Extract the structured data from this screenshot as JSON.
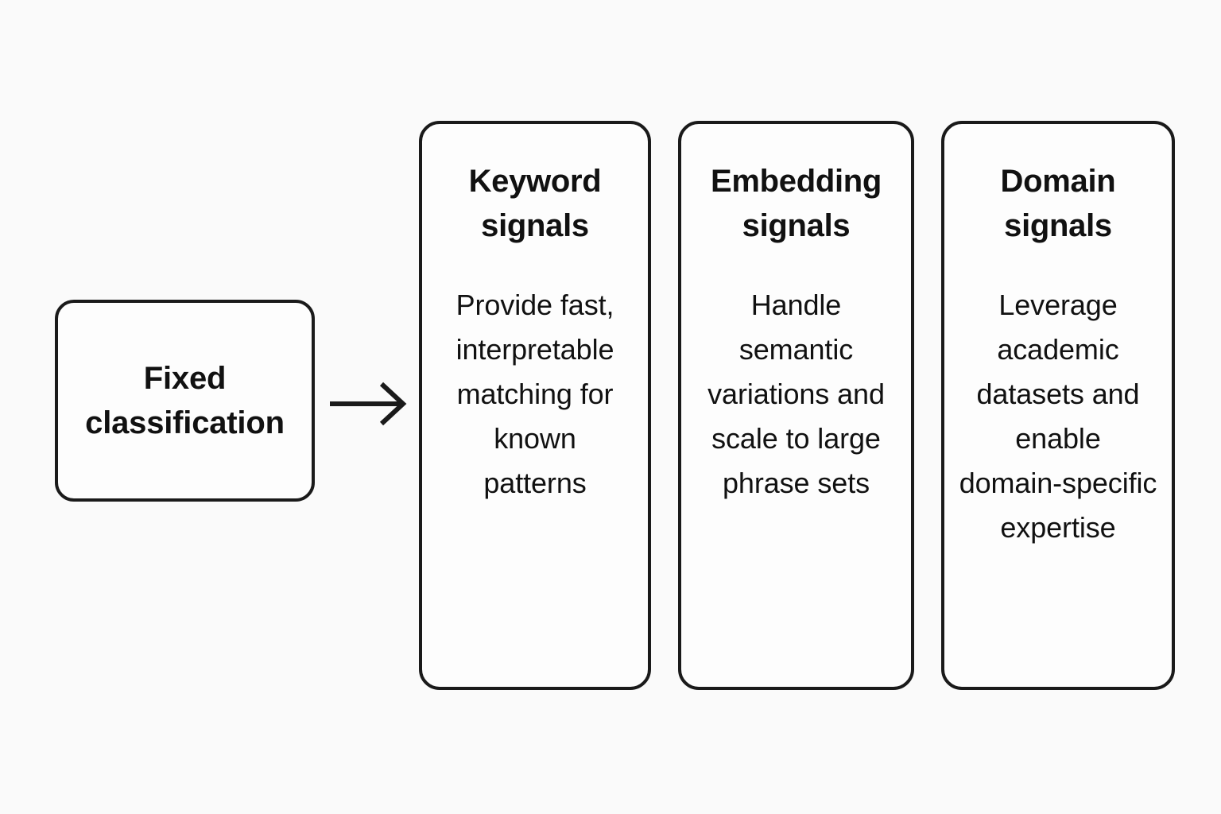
{
  "diagram": {
    "type": "flow",
    "background_color": "#fafafa",
    "stroke_color": "#1a1a1a",
    "source": {
      "label": "Fixed\nclassification",
      "name": "fixed-classification"
    },
    "connector": {
      "kind": "arrow-right",
      "from": "fixed-classification",
      "to": "keyword-signals"
    },
    "cards": [
      {
        "id": "keyword-signals",
        "title": "Keyword\nsignals",
        "body": "Provide fast,\ninterpretable\nmatching for\nknown\npatterns"
      },
      {
        "id": "embedding-signals",
        "title": "Embedding\nsignals",
        "body": "Handle\nsemantic\nvariations and\nscale to large\nphrase sets"
      },
      {
        "id": "domain-signals",
        "title": "Domain\nsignals",
        "body": "Leverage\nacademic\ndatasets and\nenable\ndomain-specific\nexpertise"
      }
    ]
  }
}
